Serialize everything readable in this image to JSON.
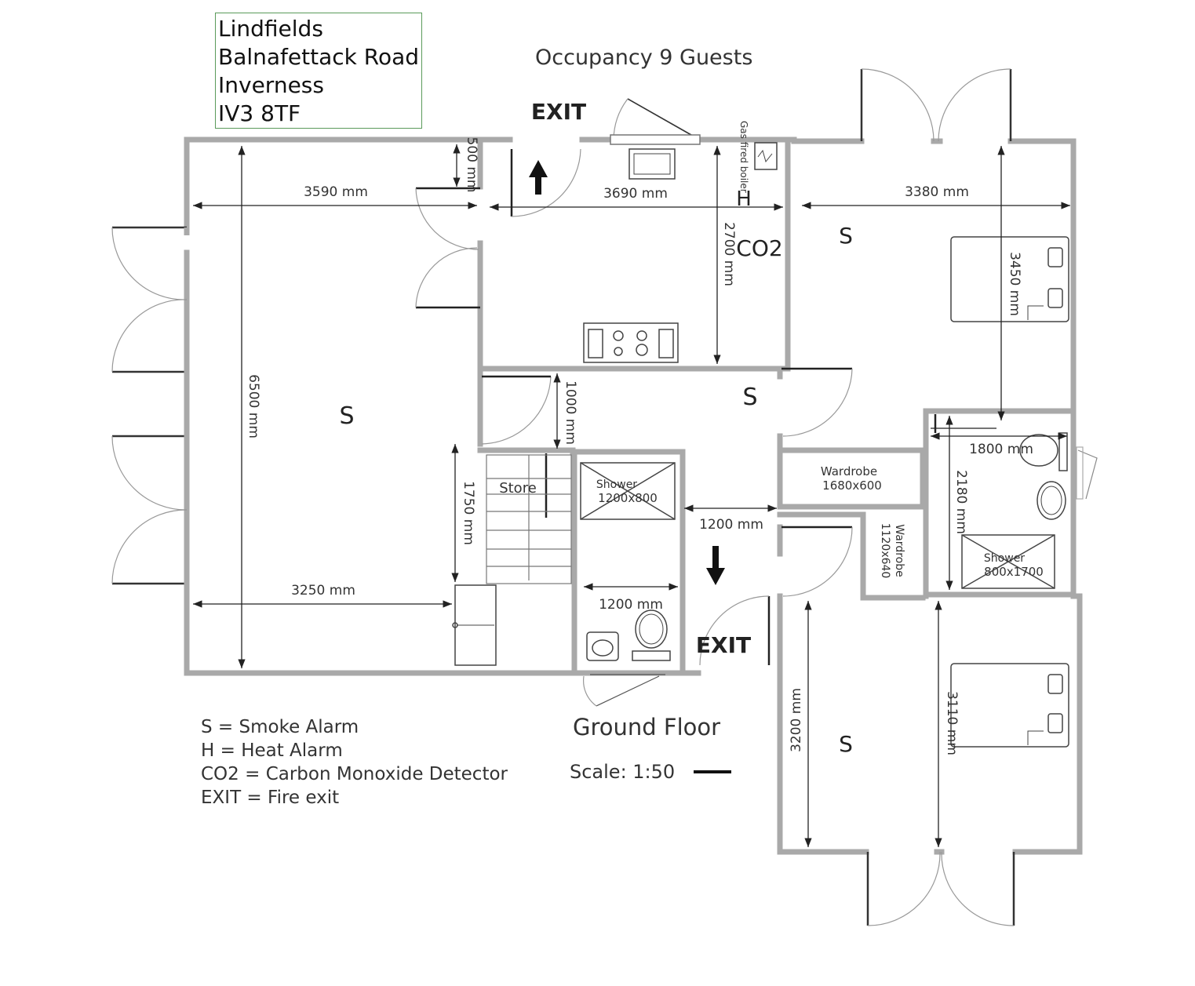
{
  "address": {
    "lines": [
      "Lindfields",
      "Balnafettack Road",
      "Inverness",
      "IV3 8TF"
    ]
  },
  "occupancy": "Occupancy 9 Guests",
  "floor_title": "Ground Floor",
  "scale": "Scale: 1:50",
  "legend": [
    "S = Smoke Alarm",
    "H = Heat Alarm",
    "CO2 = Carbon Monoxide Detector",
    "EXIT = Fire exit"
  ],
  "labels": {
    "exit": "EXIT",
    "smoke": "S",
    "heat": "H",
    "co2": "CO2",
    "store": "Store",
    "boiler": "Gas fired boiler",
    "wardrobe1": [
      "Wardrobe",
      "1680x600"
    ],
    "wardrobe2": [
      "Wardrobe",
      "1120x640"
    ],
    "shower1": [
      "Shower",
      "1200x800"
    ],
    "shower2": [
      "Shower",
      "800x1700"
    ]
  },
  "dimensions": {
    "d3590": "3590 mm",
    "d3690": "3690 mm",
    "d3380": "3380 mm",
    "d500": "500 mm",
    "d2700": "2700 mm",
    "d3450": "3450 mm",
    "d6500": "6500 mm",
    "d1000": "1000 mm",
    "d1750": "1750 mm",
    "d3250": "3250 mm",
    "d1200a": "1200 mm",
    "d1200b": "1200 mm",
    "d1800": "1800 mm",
    "d2180": "2180 mm",
    "d3200": "3200 mm",
    "d3110": "3110 mm"
  },
  "colors": {
    "wall": "#a9a9a9",
    "line": "#333333"
  }
}
